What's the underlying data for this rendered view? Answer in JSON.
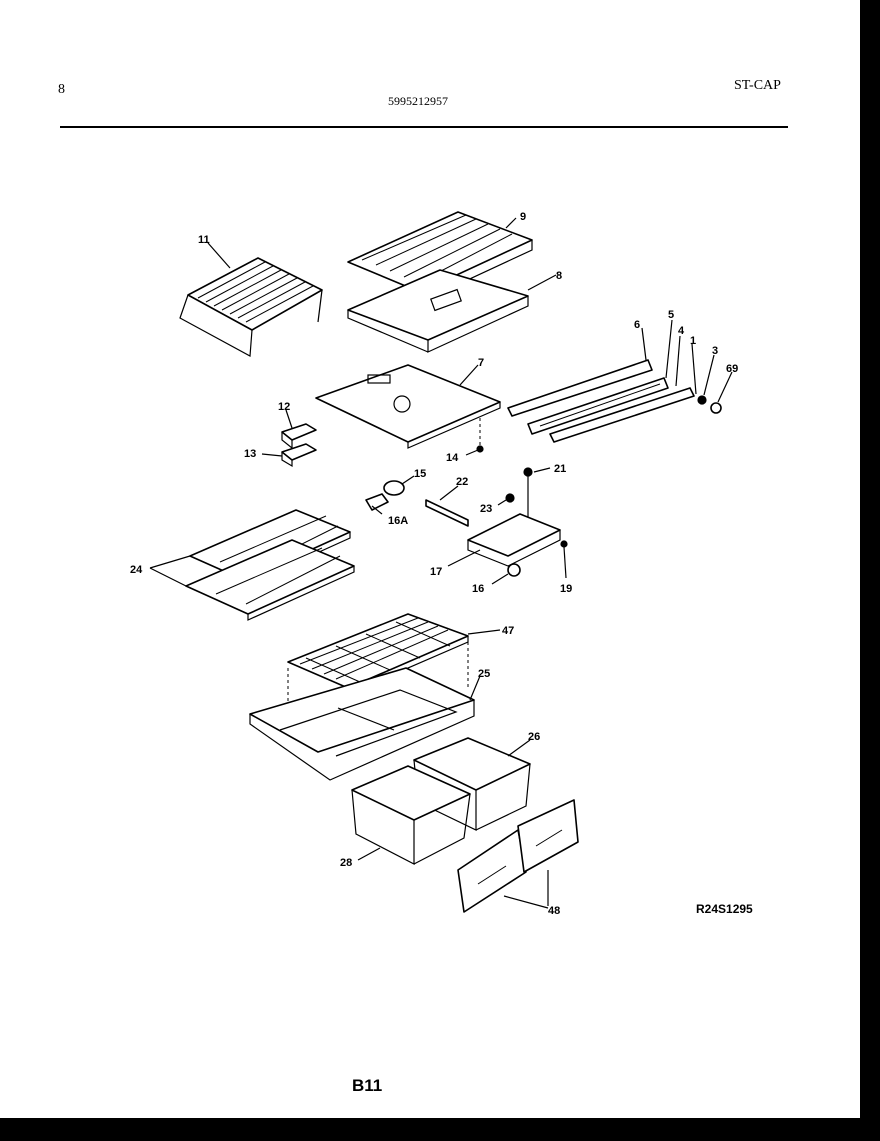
{
  "header": {
    "page_num": "8",
    "part_number": "5995212957",
    "model_code": "ST-CAP"
  },
  "footer": {
    "drawing_code": "R24S1295",
    "page_code": "B11"
  },
  "callouts": {
    "c1": "1",
    "c3": "3",
    "c4": "4",
    "c5": "5",
    "c6": "6",
    "c7": "7",
    "c8": "8",
    "c9": "9",
    "c11": "11",
    "c12": "12",
    "c13": "13",
    "c14": "14",
    "c15": "15",
    "c16": "16",
    "c16a": "16A",
    "c17": "17",
    "c19": "19",
    "c21": "21",
    "c22": "22",
    "c23": "23",
    "c24": "24",
    "c25": "25",
    "c26": "26",
    "c28": "28",
    "c47": "47",
    "c48": "48",
    "c69": "69"
  }
}
